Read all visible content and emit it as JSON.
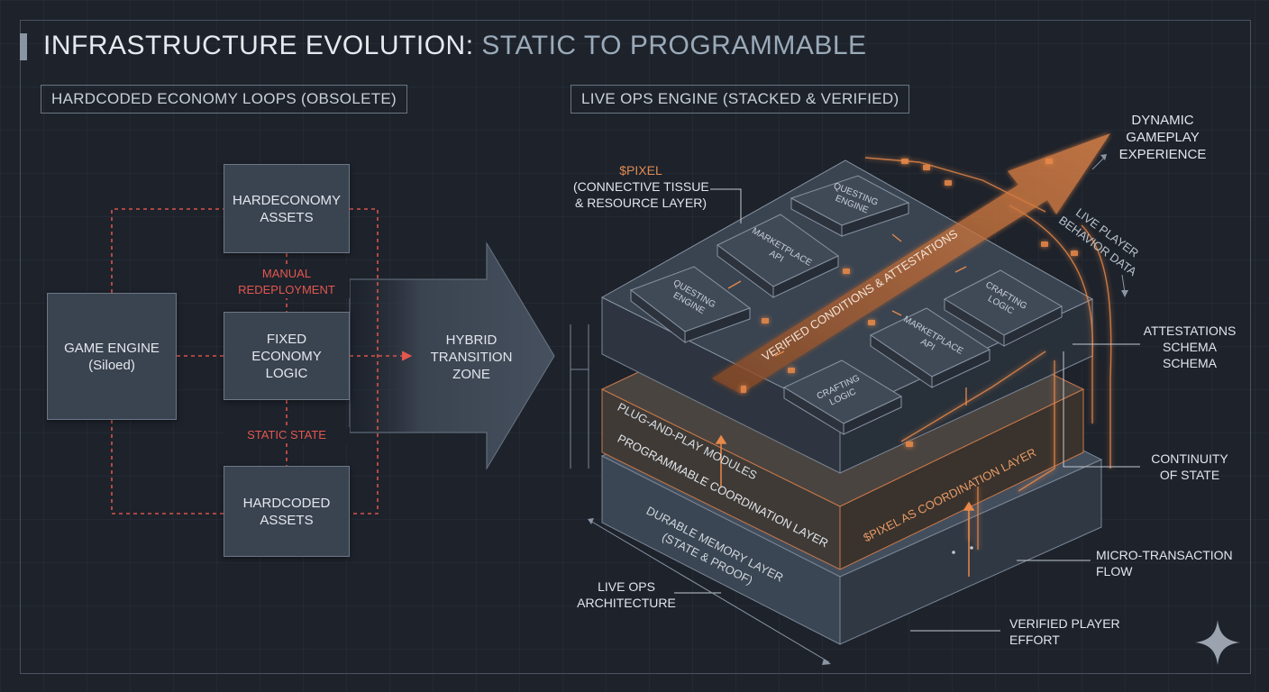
{
  "title": {
    "prefix": "INFRASTRUCTURE EVOLUTION:",
    "suffix": "STATIC TO PROGRAMMABLE"
  },
  "left_panel": {
    "heading": "HARDCODED ECONOMY LOOPS (OBSOLETE)",
    "game_engine": {
      "line1": "GAME ENGINE",
      "line2": "(Siloed)"
    },
    "top_box": {
      "line1": "HARDECONOMY",
      "line2": "ASSETS"
    },
    "center_box": {
      "line1": "FIXED",
      "line2": "ECONOMY",
      "line3": "LOGIC"
    },
    "bottom_box": {
      "line1": "HARDCODED",
      "line2": "ASSETS"
    },
    "manual_label": {
      "line1": "MANUAL",
      "line2": "REDEPLOYMENT"
    },
    "static_label": "STATIC STATE"
  },
  "transition": {
    "line1": "HYBRID",
    "line2": "TRANSITION",
    "line3": "ZONE"
  },
  "right_panel": {
    "heading": "LIVE OPS ENGINE (STACKED & VERIFIED)",
    "pixel_label": {
      "line1": "$PIXEL",
      "line2": "(CONNECTIVE TISSUE",
      "line3": "& RESOURCE LAYER)"
    },
    "dynamic_label": {
      "line1": "DYNAMIC",
      "line2": "GAMEPLAY",
      "line3": "EXPERIENCE"
    },
    "behavior_label": {
      "line1": "LIVE PLAYER",
      "line2": "BEHAVIOR DATA"
    },
    "attest_label": {
      "line1": "ATTESTATIONS",
      "line2": "SCHEMA",
      "line3": "SCHEMA"
    },
    "continuity_label": {
      "line1": "CONTINUITY",
      "line2": "OF STATE"
    },
    "micro_label": {
      "line1": "MICRO-TRANSACTION",
      "line2": "FLOW"
    },
    "verified_label": {
      "line1": "VERIFIED PLAYER",
      "line2": "EFFORT"
    },
    "liveops_label": {
      "line1": "LIVE OPS",
      "line2": "ARCHITECTURE"
    },
    "modules": [
      {
        "line1": "QUESTING",
        "line2": "ENGINE"
      },
      {
        "line1": "MARKETPLACE",
        "line2": "API"
      },
      {
        "line1": "QUESTING",
        "line2": "ENGINE"
      },
      {
        "line1": "CRAFTING",
        "line2": "LOGIC"
      },
      {
        "line1": "MARKETPLACE",
        "line2": "API"
      },
      {
        "line1": "CRAFTING",
        "line2": "LOGIC"
      }
    ],
    "flow_text": "VERIFIED CONDITIONS & ATTESTATIONS",
    "layer_plug": "PLUG-AND-PLAY MODULES",
    "layer_prog": "PROGRAMMABLE COORDINATION LAYER",
    "layer_pixel_coord": "$PIXEL AS COORDINATION LAYER",
    "layer_durable": {
      "line1": "DURABLE MEMORY LAYER",
      "line2": "(STATE & PROOF)"
    }
  },
  "colors": {
    "background": "#1d222b",
    "box": "#3a4350",
    "red_dashed": "#d9534a",
    "orange_flow": "#e8894a",
    "text": "#e1e6ec"
  }
}
